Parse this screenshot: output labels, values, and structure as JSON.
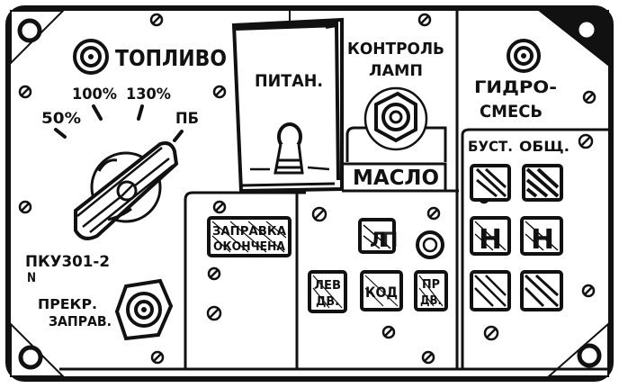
{
  "panel": {
    "fuel": {
      "title": "ТОПЛИВО",
      "dial": {
        "p50": "50%",
        "p100": "100%",
        "p130": "130%",
        "pb": "ПБ"
      },
      "model_line1": "ПКУ301-2",
      "model_line2": "N",
      "stop_line1": "ПРЕКР.",
      "stop_line2": "ЗАПРАВ."
    },
    "power": {
      "label": "ПИТАН."
    },
    "lamp_check": {
      "line1": "КОНТРОЛЬ",
      "line2": "ЛАМП"
    },
    "hydraulic": {
      "line1": "ГИДРО-",
      "line2": "СМЕСЬ"
    },
    "oil": {
      "title": "МАСЛО",
      "top_left": "Л",
      "top_right": "П",
      "left_engine_line1": "ЛЕВ",
      "left_engine_line2": "ДВ.",
      "center": "КОД",
      "right_engine_line1": "ПР",
      "right_engine_line2": "ДВ."
    },
    "refuel_end": {
      "line1": "ЗАПРАВКА",
      "line2": "ОКОНЧЕНА"
    },
    "booster": {
      "header_left": "БУСТ.",
      "header_right": "ОБЩ.",
      "mid_left": "Н",
      "mid_right": "Н"
    }
  }
}
